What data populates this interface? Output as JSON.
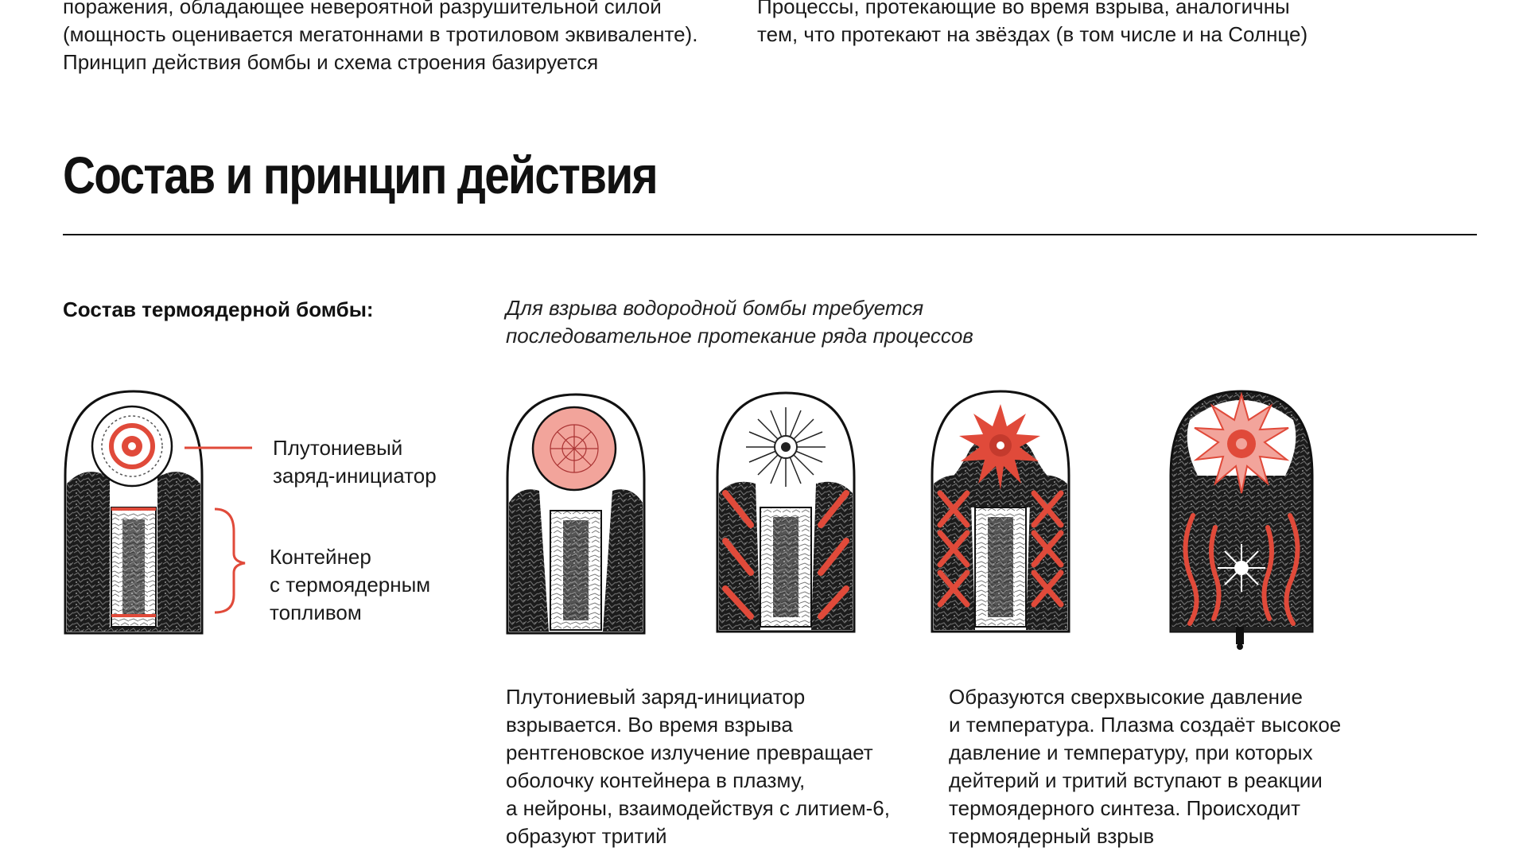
{
  "intro": {
    "left": "поражения, обладающее невероятной разрушительной силой\n(мощность оценивается мегатоннами в тротиловом эквиваленте).\nПринцип действия бомбы и схема строения базируется",
    "right": "Процессы, протекающие во время взрыва, аналогичны\nтем, что протекают на звёздах (в том числе и на Солнце)"
  },
  "section": {
    "title": "Состав и принцип действия"
  },
  "composition": {
    "heading": "Состав термоядерной бомбы:",
    "labels": {
      "initiator": "Плутониевый\nзаряд-инициатор",
      "container": "Контейнер\nс термоядерным\nтопливом"
    }
  },
  "process": {
    "heading": "Для взрыва водородной бомбы требуется\nпоследовательное протекание ряда процессов",
    "desc_1": "Плутониевый заряд-инициатор\nвзрывается. Во время взрыва\nрентгеновское излучение превращает\nоболочку контейнера в плазму,\nа нейроны, взаимодействуя с литием-6,\nобразуют тритий",
    "desc_2": "Образуются сверхвысокие давление\nи температура. Плазма создаёт высокое\nдавление и температуру, при которых\nдейтерий и тритий вступают в реакции\nтермоядерного синтеза. Происходит\nтермоядерный взрыв"
  },
  "colors": {
    "accent": "#e04a3a",
    "accent_light": "#f2a49b",
    "ink": "#111111"
  },
  "icons": [
    "bomb-diagram-icon",
    "explosion-icon",
    "arrow-icon",
    "cross-icon"
  ]
}
